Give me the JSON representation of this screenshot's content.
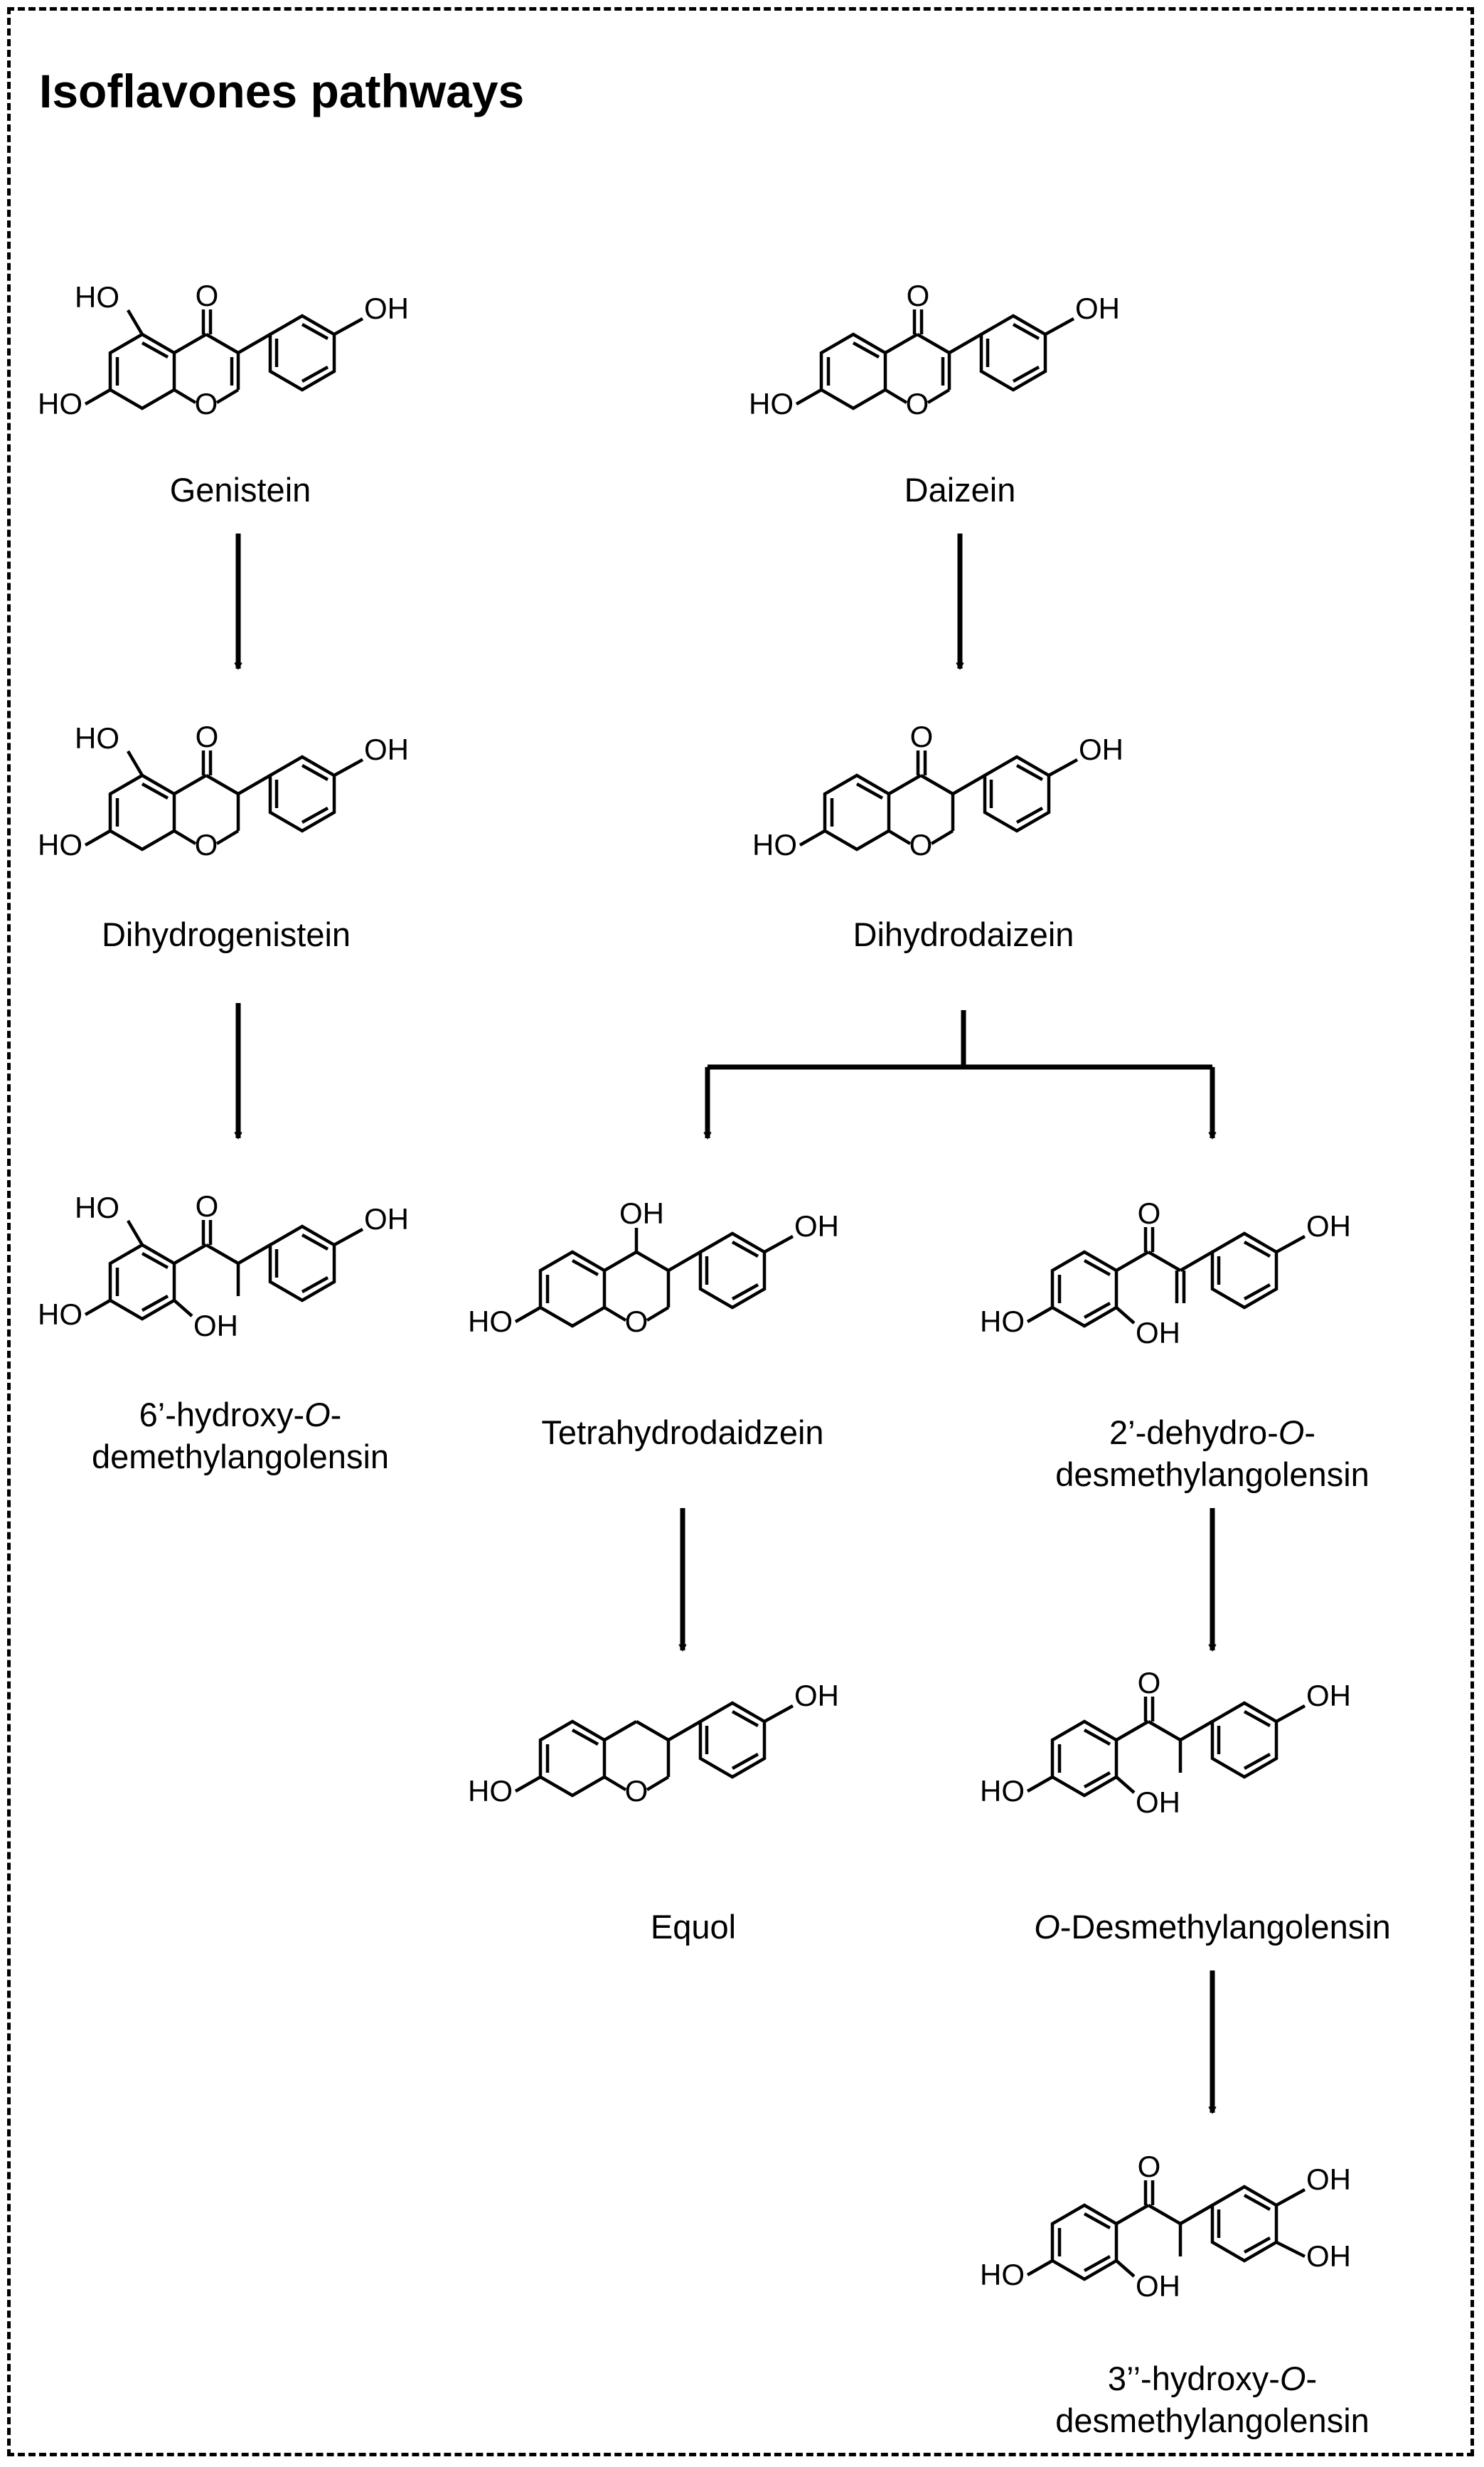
{
  "title": "Isoflavones pathways",
  "atom_labels": {
    "hydroxyl": "HO",
    "hydroxyl_right": "OH",
    "carbonyl_oxygen": "O",
    "ring_oxygen": "O"
  },
  "compounds": {
    "genistein": {
      "name": "Genistein"
    },
    "daizein": {
      "name": "Daizein"
    },
    "dihydrogenistein": {
      "name": "Dihydrogenistein"
    },
    "dihydrodaizein": {
      "name": "Dihydrodaizein"
    },
    "hydroxy_odma_6": {
      "name_line1_a": "6’-hydroxy-",
      "name_line1_b": "O",
      "name_line1_c": "-",
      "name_line2": "demethylangolensin"
    },
    "tetrahydrodaidzein": {
      "name": "Tetrahydrodaidzein"
    },
    "dehydro_odma_2": {
      "name_line1_a": "2’-dehydro-",
      "name_line1_b": "O",
      "name_line1_c": "-",
      "name_line2": "desmethylangolensin"
    },
    "equol": {
      "name": "Equol"
    },
    "odma": {
      "name_a": "O",
      "name_b": "-Desmethylangolensin"
    },
    "hydroxy_odma_3": {
      "name_line1_a": "3’’-hydroxy-",
      "name_line1_b": "O",
      "name_line1_c": "-",
      "name_line2": "desmethylangolensin"
    }
  }
}
